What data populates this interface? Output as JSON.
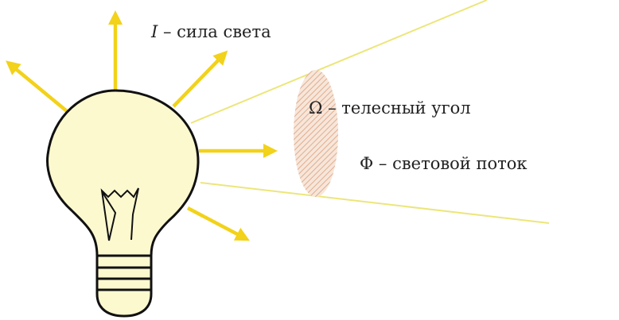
{
  "labels": {
    "intensity": {
      "symbol": "I",
      "text": " – сила света"
    },
    "solid_angle": {
      "symbol": "Ω",
      "text": " – телесный угол"
    },
    "flux": {
      "symbol": "Φ",
      "text": " – световой поток"
    }
  },
  "colors": {
    "ray": "#f2d21a",
    "cone_line": "#ece67a",
    "bulb_fill": "#fdf9cf",
    "outline": "#111111",
    "ellipse_hatch": "#e6b99a"
  }
}
